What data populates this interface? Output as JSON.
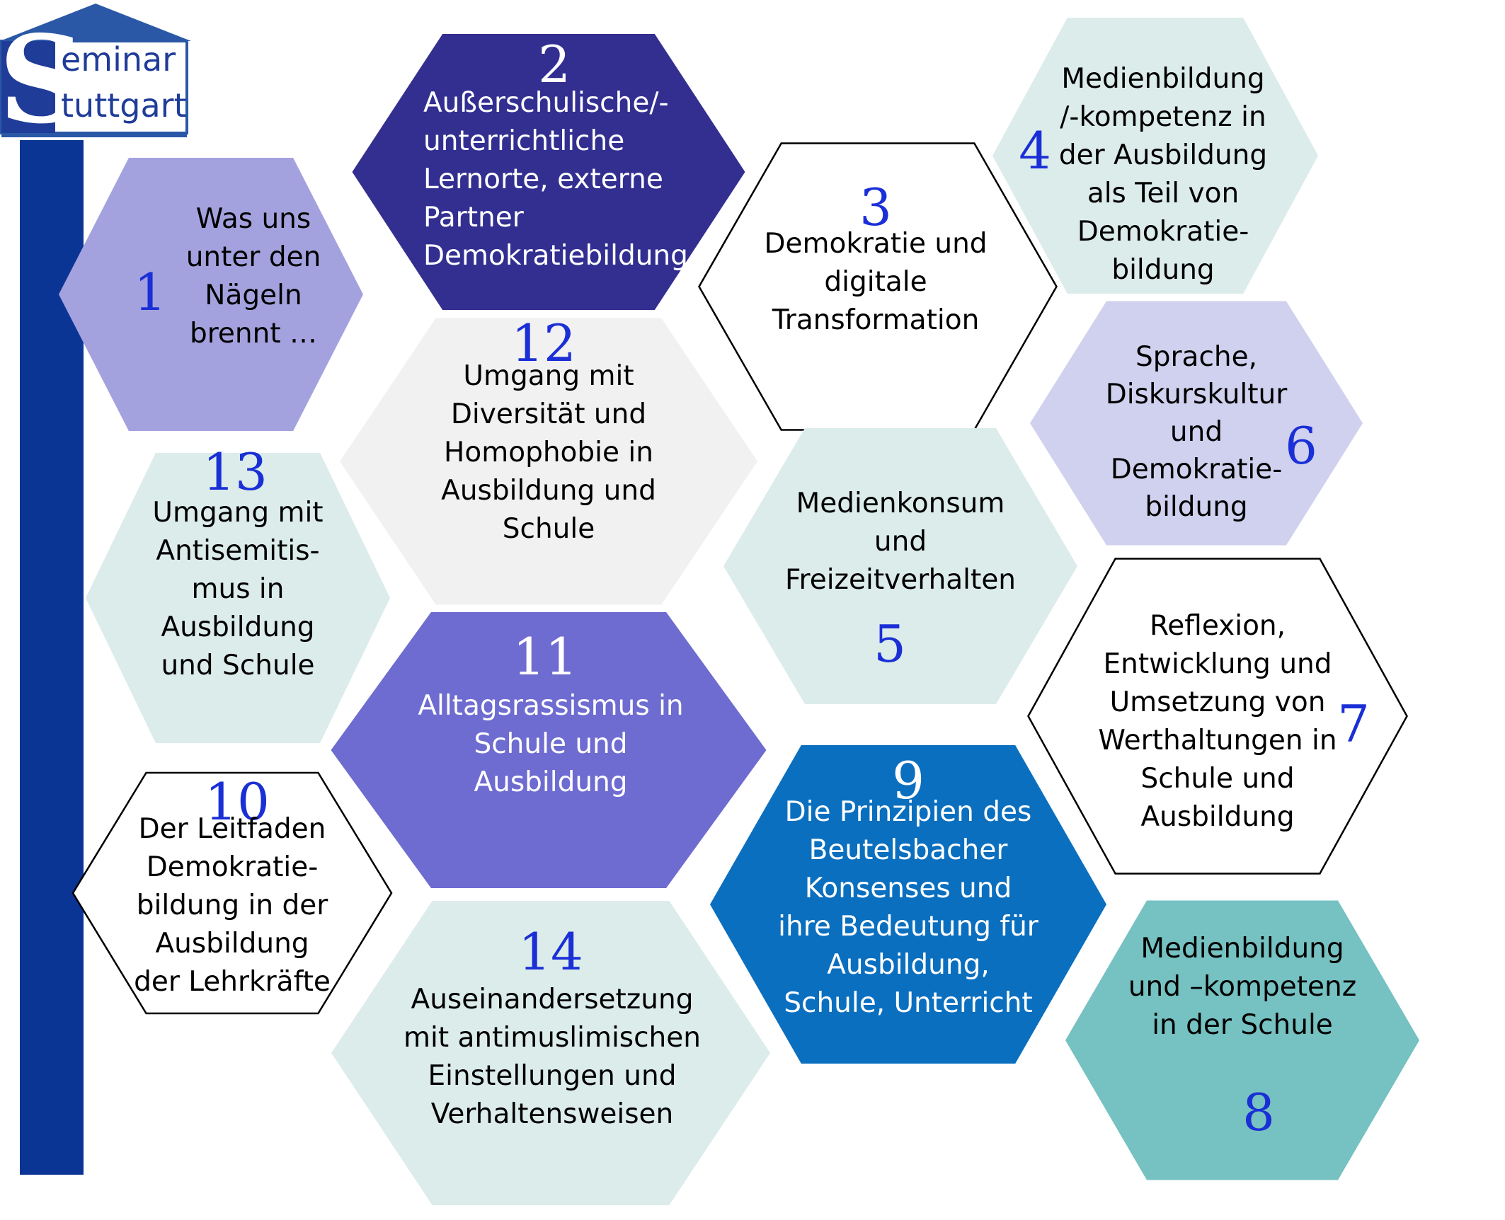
{
  "logo": {
    "initial": "S",
    "line1": "eminar",
    "line2": "tuttgart",
    "colors": {
      "roof": "#2b58a6",
      "box": "#1f3c99",
      "bar": "#0a3594"
    }
  },
  "hexagons": [
    {
      "id": 1,
      "number": "1",
      "lines": [
        "Was uns",
        "unter den",
        "Nägeln",
        "brennt …"
      ],
      "fill": "#a4a2de",
      "stroke": "none",
      "text_color": "#000000",
      "number_color": "#1a2fd6"
    },
    {
      "id": 2,
      "number": "2",
      "lines": [
        "Außerschulische/-",
        "unterrichtliche",
        "Lernorte, externe",
        "Partner",
        "Demokratiebildung"
      ],
      "fill": "#322f91",
      "stroke": "none",
      "text_color": "#ffffff",
      "number_color": "#ffffff"
    },
    {
      "id": 3,
      "number": "3",
      "lines": [
        "Demokratie und",
        "digitale",
        "Transformation"
      ],
      "fill": "#ffffff",
      "stroke": "#000000",
      "text_color": "#000000",
      "number_color": "#1a2fd6"
    },
    {
      "id": 4,
      "number": "4",
      "lines": [
        "Medienbildung",
        "/-kompetenz in",
        "der Ausbildung",
        "als Teil von",
        "Demokratie-",
        "bildung"
      ],
      "fill": "#dcecea",
      "stroke": "none",
      "text_color": "#000000",
      "number_color": "#1a2fd6"
    },
    {
      "id": 6,
      "number": "6",
      "lines": [
        "Sprache,",
        "Diskurskultur",
        "und",
        "Demokratie-",
        "bildung"
      ],
      "fill": "#d0d0ef",
      "stroke": "none",
      "text_color": "#000000",
      "number_color": "#1a2fd6"
    },
    {
      "id": 12,
      "number": "12",
      "lines": [
        "Umgang mit",
        "Diversität und",
        "Homophobie in",
        "Ausbildung und",
        "Schule"
      ],
      "fill": "#f1f1f1",
      "stroke": "none",
      "text_color": "#000000",
      "number_color": "#1a2fd6"
    },
    {
      "id": 13,
      "number": "13",
      "lines": [
        "Umgang mit",
        "Antisemitis-",
        "mus in",
        "Ausbildung",
        "und Schule"
      ],
      "fill": "#dcecea",
      "stroke": "none",
      "text_color": "#000000",
      "number_color": "#1a2fd6"
    },
    {
      "id": 5,
      "number": "5",
      "lines": [
        "Medienkonsum",
        "und",
        "Freizeitverhalten"
      ],
      "fill": "#dcecea",
      "stroke": "none",
      "text_color": "#000000",
      "number_color": "#1a2fd6"
    },
    {
      "id": 7,
      "number": "7",
      "lines": [
        "Reflexion,",
        "Entwicklung und",
        "Umsetzung von",
        "Werthaltungen in",
        "Schule und",
        "Ausbildung"
      ],
      "fill": "#ffffff",
      "stroke": "#000000",
      "text_color": "#000000",
      "number_color": "#1a2fd6"
    },
    {
      "id": 11,
      "number": "11",
      "lines": [
        "Alltagsrassismus in",
        "Schule und",
        "Ausbildung"
      ],
      "fill": "#6e6cd0",
      "stroke": "none",
      "text_color": "#ffffff",
      "number_color": "#ffffff"
    },
    {
      "id": 9,
      "number": "9",
      "lines": [
        "Die Prinzipien des",
        "Beutelsbacher",
        "Konsenses und",
        "ihre Bedeutung für",
        "Ausbildung,",
        "Schule, Unterricht"
      ],
      "fill": "#0b6fbf",
      "stroke": "none",
      "text_color": "#ffffff",
      "number_color": "#ffffff"
    },
    {
      "id": 10,
      "number": "10",
      "lines": [
        "Der Leitfaden",
        "Demokratie-",
        "bildung in der",
        "Ausbildung",
        "der Lehrkräfte"
      ],
      "fill": "#ffffff",
      "stroke": "#000000",
      "text_color": "#000000",
      "number_color": "#1a2fd6"
    },
    {
      "id": 8,
      "number": "8",
      "lines": [
        "Medienbildung",
        "und –kompetenz",
        "in der Schule"
      ],
      "fill": "#76c1c1",
      "stroke": "none",
      "text_color": "#000000",
      "number_color": "#1a2fd6"
    },
    {
      "id": 14,
      "number": "14",
      "lines": [
        "Auseinandersetzung",
        "mit antimuslimischen",
        "Einstellungen und",
        "Verhaltensweisen"
      ],
      "fill": "#dcecea",
      "stroke": "none",
      "text_color": "#000000",
      "number_color": "#1a2fd6"
    }
  ]
}
